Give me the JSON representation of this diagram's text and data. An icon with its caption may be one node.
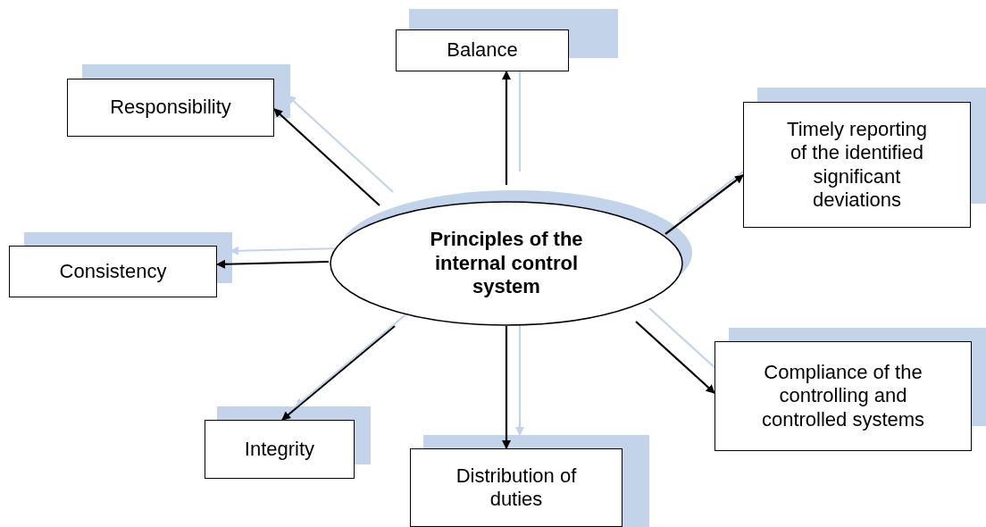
{
  "diagram": {
    "nodes": [
      {
        "text": [
          "Principles of the internal control system"
        ]
      },
      {
        "text": [
          "Balance"
        ]
      },
      {
        "text": [
          "Responsibility"
        ]
      },
      {
        "text": [
          "Timely reporting of the identified significant deviations"
        ]
      },
      {
        "text": [
          "Consistency"
        ]
      },
      {
        "text": [
          "Compliance of the controlling and controlled systems"
        ]
      },
      {
        "text": [
          "Integrity"
        ]
      },
      {
        "text": [
          "Distribution of duties"
        ]
      }
    ],
    "edges": [
      {
        "from": 0,
        "to": 1,
        "arrow": "to"
      },
      {
        "from": 0,
        "to": 2,
        "arrow": "to"
      },
      {
        "from": 0,
        "to": 3,
        "arrow": "to"
      },
      {
        "from": 0,
        "to": 4,
        "arrow": "to"
      },
      {
        "from": 0,
        "to": 5,
        "arrow": "to"
      },
      {
        "from": 0,
        "to": 6,
        "arrow": "to"
      },
      {
        "from": 0,
        "to": 7,
        "arrow": "to"
      }
    ]
  }
}
